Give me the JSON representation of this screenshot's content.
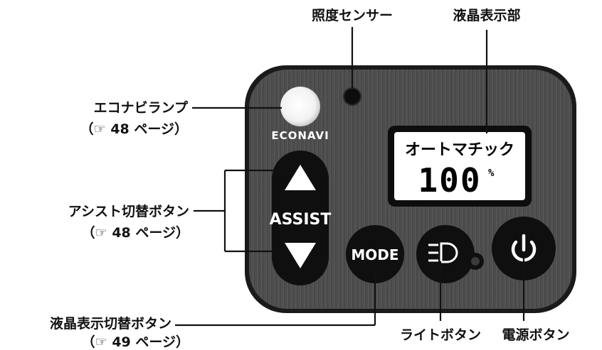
{
  "labels": {
    "illuminance_sensor": "照度センサー",
    "lcd_display": "液晶表示部",
    "econavi_lamp": "エコナビランプ",
    "econavi_ref": "（☞ 48 ページ）",
    "assist_switch": "アシスト切替ボタン",
    "assist_ref": "（☞ 48 ページ）",
    "lcd_switch": "液晶表示切替ボタン",
    "lcd_switch_ref": "（☞ 49 ページ）",
    "light_button": "ライトボタン",
    "power_button": "電源ボタン"
  },
  "panel": {
    "econavi_text": "ECONAVI",
    "assist_text": "ASSIST",
    "mode_text": "MODE",
    "lcd_mode": "オートマチック",
    "lcd_value": "100",
    "lcd_unit": "%"
  },
  "colors": {
    "panel": "#4a4a4a",
    "button": "#111111",
    "lcd": "#ffffff"
  },
  "icons": {
    "up": "triangle-up-icon",
    "down": "triangle-down-icon",
    "light": "headlight-icon",
    "power": "power-icon",
    "ref": "pointing-hand-icon"
  }
}
